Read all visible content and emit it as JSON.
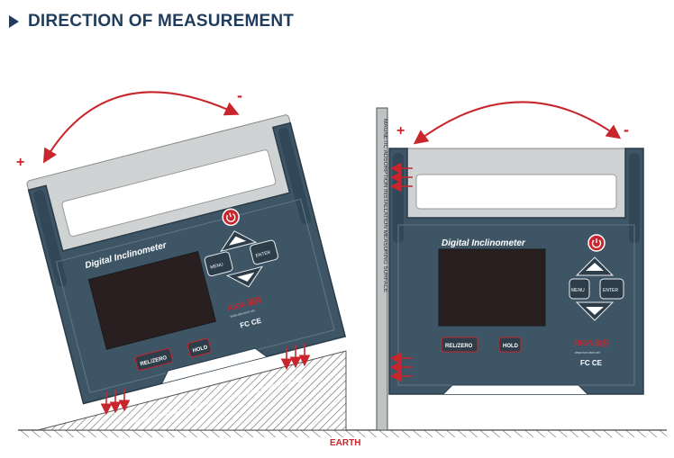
{
  "heading": "DIRECTION OF MEASUREMENT",
  "ground_label": "EARTH",
  "tilted_device": {
    "title": "Digital Inclinometer",
    "btn_up": "",
    "btn_menu": "MENU",
    "btn_enter": "ENTER",
    "btn_rel_zero": "REL/ZERO",
    "btn_hold": "HOLD",
    "brand": "RION 瑞芬",
    "website": "www.rion-tech.net",
    "certs": "FC CE",
    "plus": "+",
    "minus": "-",
    "surface_label": "MAGNETIC ADSORPTION INSTALLATION MEASURING SURFACE"
  },
  "upright_device": {
    "title": "Digital Inclinometer",
    "btn_menu": "MENU",
    "btn_enter": "ENTER",
    "btn_rel_zero": "REL/ZERO",
    "btn_hold": "HOLD",
    "brand": "RION 瑞芬",
    "website": "www.rion-tech.net",
    "certs": "FC CE",
    "plus": "+",
    "minus": "-",
    "surface_label": "MAGNETIC ADSORPTION INSTALLATION MEASURING SURFACE"
  },
  "colors": {
    "accent": "#1f3c5c",
    "body": "#3e5566",
    "arrow_red": "#c8252c",
    "screen": "#2a1f20",
    "handle": "#d7d9d9"
  }
}
